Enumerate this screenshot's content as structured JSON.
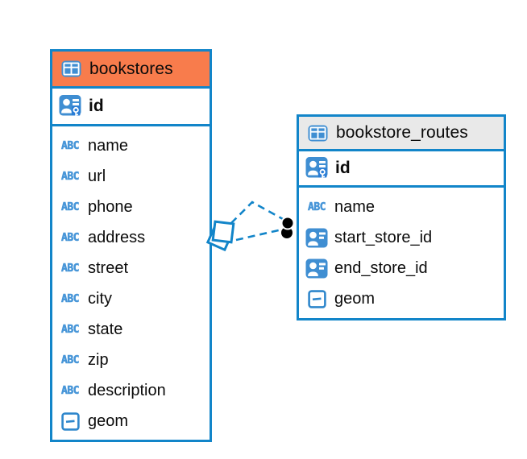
{
  "diagram": {
    "type": "entity-relationship-diagram",
    "colors": {
      "accent_blue": "#1285c9",
      "icon_blue": "#3f8ed2",
      "abc_icon_blue": "#4896d8",
      "key_patch_blue": "#2b7ed6",
      "bookstores_header": "#f87c4c",
      "routes_header": "#e9e9e9",
      "relationship_marker": "#000000",
      "text": "#0b0b0b",
      "background": "#ffffff"
    },
    "tables": [
      {
        "title": "bookstores",
        "title_icon": "table-icon",
        "pk": {
          "label": "id",
          "icon": "primary-key-icon"
        },
        "fields": [
          {
            "label": "name",
            "icon": "text-icon"
          },
          {
            "label": "url",
            "icon": "text-icon"
          },
          {
            "label": "phone",
            "icon": "text-icon"
          },
          {
            "label": "address",
            "icon": "text-icon"
          },
          {
            "label": "street",
            "icon": "text-icon"
          },
          {
            "label": "city",
            "icon": "text-icon"
          },
          {
            "label": "state",
            "icon": "text-icon"
          },
          {
            "label": "zip",
            "icon": "text-icon"
          },
          {
            "label": "description",
            "icon": "text-icon"
          },
          {
            "label": "geom",
            "icon": "geometry-icon"
          }
        ]
      },
      {
        "title": "bookstore_routes",
        "title_icon": "table-icon",
        "pk": {
          "label": "id",
          "icon": "primary-key-icon"
        },
        "fields": [
          {
            "label": "name",
            "icon": "text-icon"
          },
          {
            "label": "start_store_id",
            "icon": "foreign-key-icon"
          },
          {
            "label": "end_store_id",
            "icon": "foreign-key-icon"
          },
          {
            "label": "geom",
            "icon": "geometry-icon"
          }
        ]
      }
    ],
    "relationships": [
      {
        "from": "bookstores",
        "to": "bookstore_routes",
        "fk": "start_store_id",
        "style": "dashed"
      },
      {
        "from": "bookstores",
        "to": "bookstore_routes",
        "fk": "end_store_id",
        "style": "dashed"
      }
    ]
  }
}
